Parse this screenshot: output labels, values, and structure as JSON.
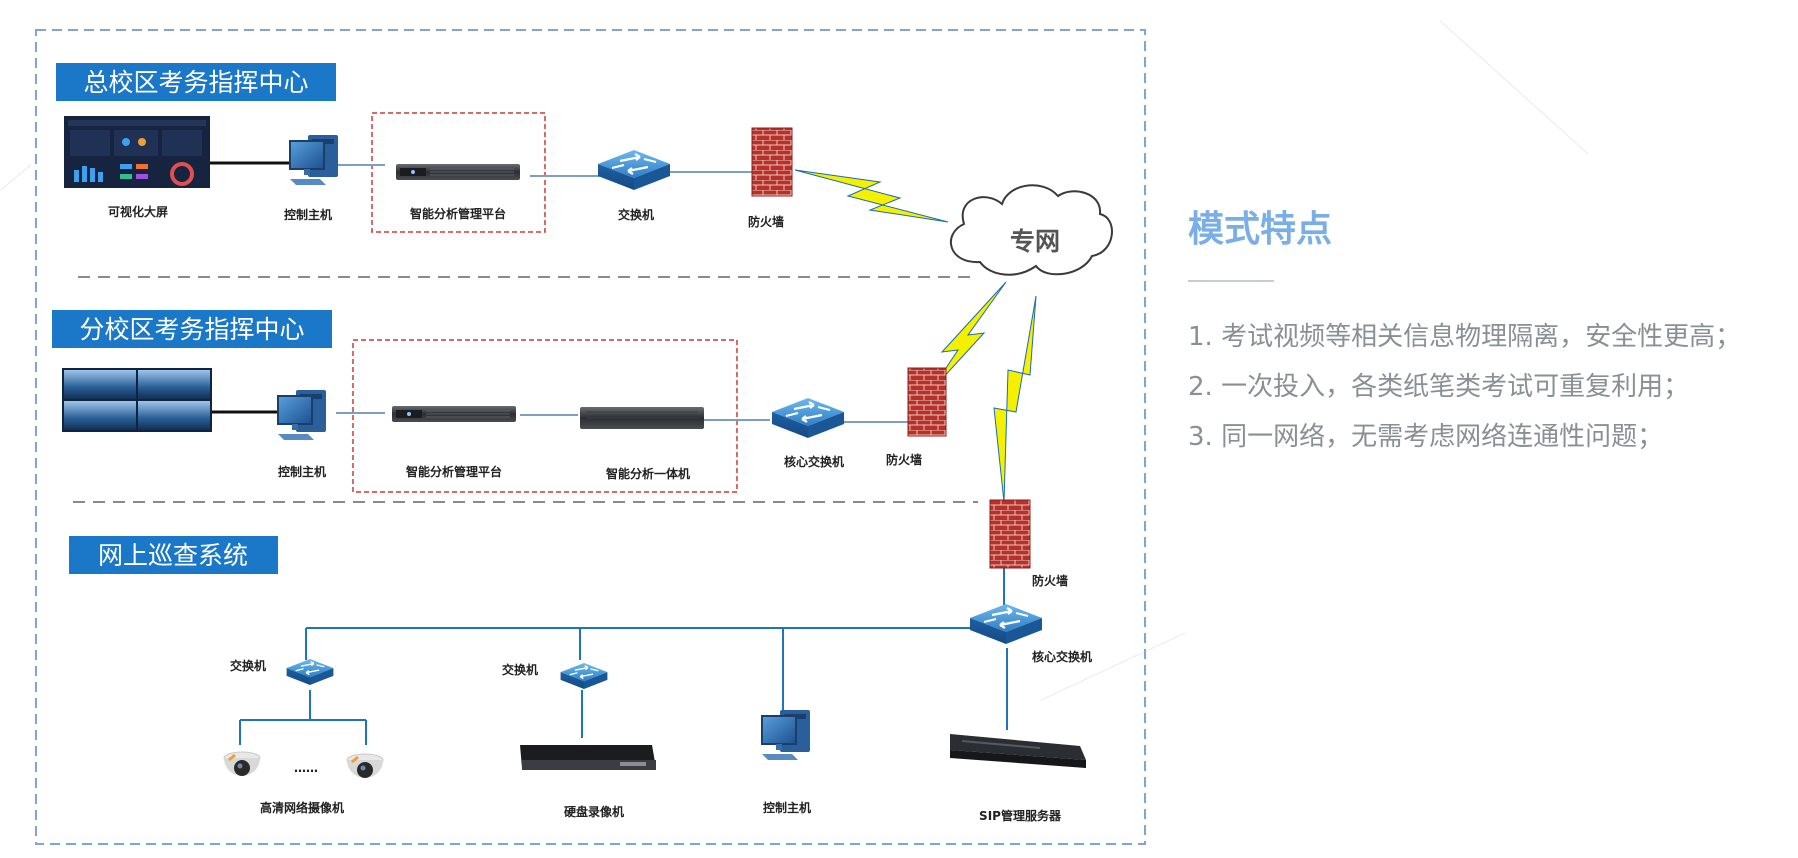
{
  "sections": {
    "main_campus": "总校区考务指挥中心",
    "branch_campus": "分校区考务指挥中心",
    "online_patrol": "网上巡查系统"
  },
  "cloud_label": "专网",
  "nodes": {
    "visual_screen": "可视化大屏",
    "control_host_1": "控制主机",
    "platform_1": "智能分析管理平台",
    "switch_1": "交换机",
    "firewall_1": "防火墙",
    "control_host_2": "控制主机",
    "platform_2": "智能分析管理平台",
    "all_in_one": "智能分析一体机",
    "core_switch_2": "核心交换机",
    "firewall_2": "防火墙",
    "firewall_3": "防火墙",
    "core_switch_3": "核心交换机",
    "switch_cam": "交换机",
    "switch_nvr": "交换机",
    "hd_camera": "高清网络摄像机",
    "nvr": "硬盘录像机",
    "control_host_3": "控制主机",
    "sip_server": "SIP管理服务器",
    "camera_dots": "……"
  },
  "side_panel": {
    "title": "模式特点",
    "features": [
      "1. 考试视频等相关信息物理隔离，安全性更高；",
      "2. 一次投入，各类纸笔类考试可重复利用；",
      "3. 同一网络，无需考虑网络连通性问题；"
    ]
  },
  "colors": {
    "section_title_bg": "#1b78c8",
    "dashed_frame": "#7ea6cf",
    "network_line": "#1f74c2",
    "highlight_frame": "#c83a3a",
    "firewall": "#b22a26",
    "lightning": "#f4f000",
    "side_title": "#7aaee6",
    "feature_text": "#8a8f96"
  }
}
